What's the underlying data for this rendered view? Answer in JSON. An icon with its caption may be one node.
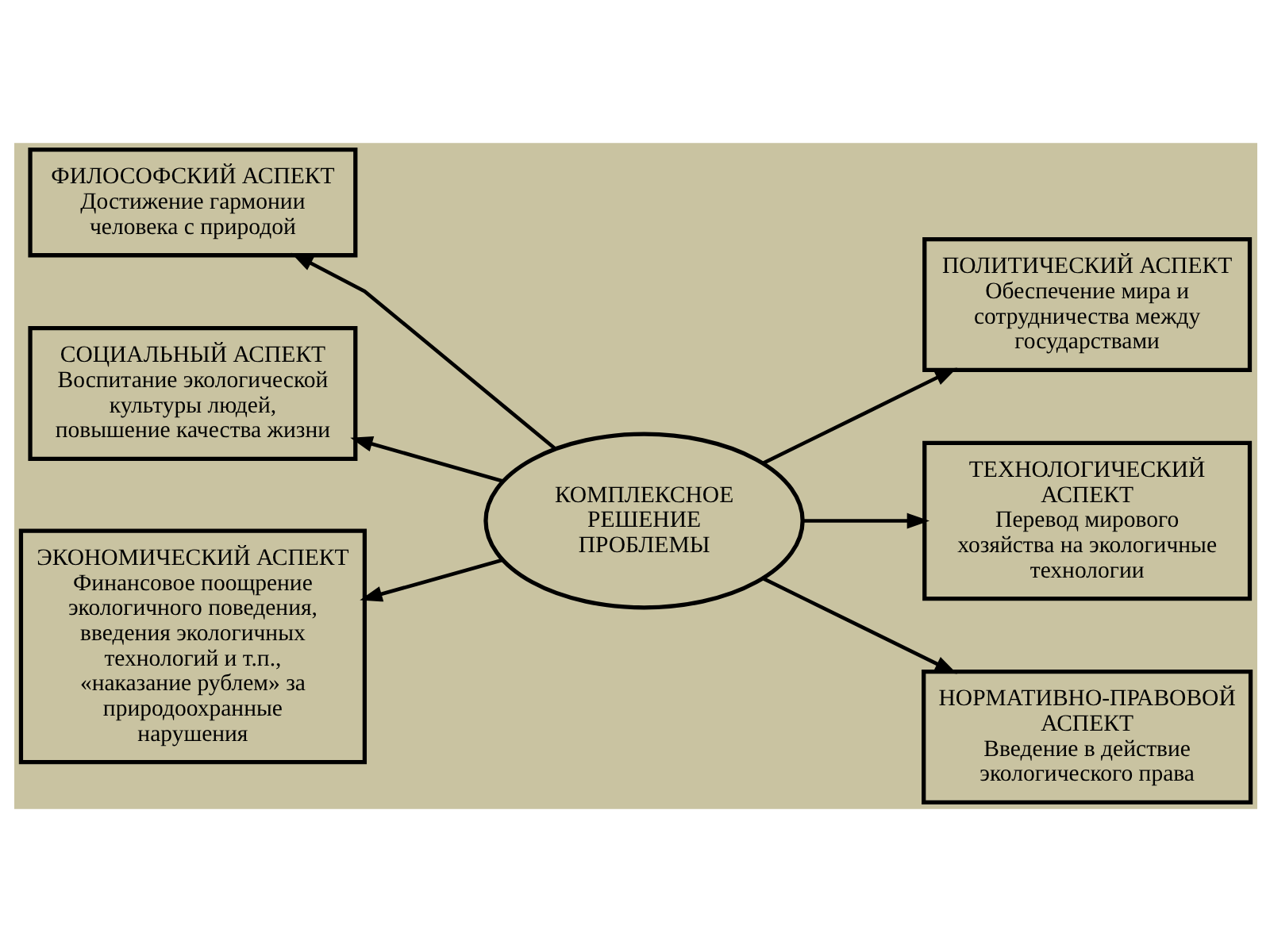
{
  "diagram": {
    "nodes": [
      {
        "text": [
          "ФИЛОСОФСКИЙ АСПЕКТ",
          "Достижение гармонии человека с природой"
        ]
      },
      {
        "text": [
          "ПОЛИТИЧЕСКИЙ АСПЕКТ",
          "Обеспечение мира и сотрудничества между государствами"
        ]
      },
      {
        "text": [
          "СОЦИАЛЬНЫЙ АСПЕКТ",
          "Воспитание экологической культуры людей, повышение качества жизни"
        ]
      },
      {
        "text": [
          "КОМПЛЕКСНОЕ РЕШЕНИЕ ПРОБЛЕМЫ"
        ]
      },
      {
        "text": [
          "ТЕХНОЛОГИЧЕСКИЙ АСПЕКТ",
          "Перевод мирового хозяйства на экологичные технологии"
        ]
      },
      {
        "text": [
          "ЭКОНОМИЧЕСКИЙ АСПЕКТ",
          "Финансовое поощрение экологичного поведения, введения экологичных технологий и т.п., «наказание рублем» за природоохранные нарушения"
        ]
      },
      {
        "text": [
          "НОРМАТИВНО-ПРАВОВОЙ АСПЕКТ",
          "Введение в действие экологического права"
        ]
      }
    ],
    "edges": [
      {
        "from": 3,
        "to": 0,
        "arrow": "to"
      },
      {
        "from": 3,
        "to": 1,
        "arrow": "to"
      },
      {
        "from": 3,
        "to": 2,
        "arrow": "to"
      },
      {
        "from": 3,
        "to": 4,
        "arrow": "to"
      },
      {
        "from": 3,
        "to": 5,
        "arrow": "to"
      },
      {
        "from": 3,
        "to": 6,
        "arrow": "to"
      }
    ]
  }
}
